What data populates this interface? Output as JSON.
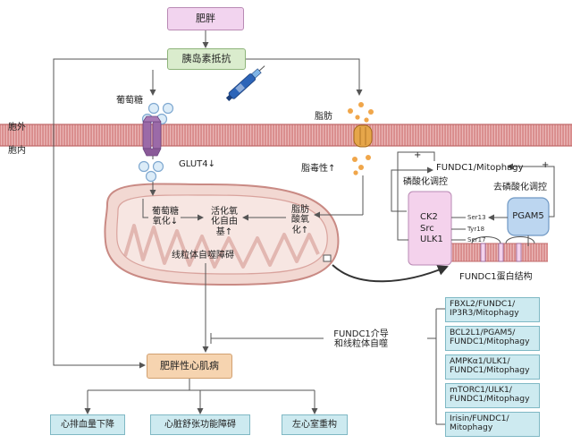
{
  "boxes": {
    "obesity": "肥胖",
    "insulin_resistance": "胰岛素抵抗",
    "cardiomyopathy": "肥胖性心肌病"
  },
  "membrane": {
    "outside": "胞外",
    "inside": "胞内"
  },
  "labels": {
    "glucose": "葡萄糖",
    "fat": "脂肪",
    "glut4": "GLUT4↓",
    "lipotoxicity": "脂毒性↑",
    "glucose_oxidation": [
      "葡萄糖",
      "氧化↓"
    ],
    "ros": [
      "活化氧",
      "化自由",
      "基↑"
    ],
    "fatty_acid_oxidation": [
      "脂肪",
      "酸氧",
      "化↑"
    ],
    "mito_autophagy_impairment": "线粒体自噬障碍",
    "fundc1_mediated": [
      "FUNDC1介导",
      "和线粒体自噬"
    ]
  },
  "right_panel": {
    "fundc1_mitophagy": "FUNDC1/Mitophagy",
    "phosphorylation": "磷酸化调控",
    "dephosphorylation": "去磷酸化调控",
    "plus": "+",
    "kinases": [
      "CK2",
      "Src",
      "ULK1"
    ],
    "sites": [
      "Ser13",
      "Tyr18",
      "Ser17"
    ],
    "phosphatase": "PGAM5",
    "protein_structure": "FUNDC1蛋白结构"
  },
  "pathways": [
    [
      "FBXL2/FUNDC1/",
      "IP3R3/Mitophagy"
    ],
    [
      "BCL2L1/PGAM5/",
      "FUNDC1/Mitophagy"
    ],
    [
      "AMPKα1/ULK1/",
      "FUNDC1/Mitophagy"
    ],
    [
      "mTORC1/ULK1/",
      "FUNDC1/Mitophagy"
    ],
    [
      "Irisin/FUNDC1/",
      "Mitophagy"
    ]
  ],
  "outcomes": [
    "心排血量下降",
    "心脏舒张功能障碍",
    "左心室重构"
  ],
  "colors": {
    "membrane": "#d98c8c",
    "membrane_stripe": "#eec2c2",
    "mito_fill": "#f2d8d2",
    "mito_stroke": "#c98a84",
    "glut4": "#9b6aa8",
    "channel": "#e6a64a",
    "glucose": "#9fc4e6",
    "fat": "#f0a64a",
    "pathway_fill": "#cdeaf0",
    "kinase_fill": "#f4d2ec",
    "pgam5_fill": "#bcd6f0"
  },
  "icons": {
    "insulin_pen": "insulin-pen-icon",
    "glut4": "glut4-transporter-icon",
    "fatty_acid_channel": "fatty-acid-channel-icon",
    "mitochondrion": "mitochondrion-icon",
    "magnify": "callout-arrow-icon"
  }
}
